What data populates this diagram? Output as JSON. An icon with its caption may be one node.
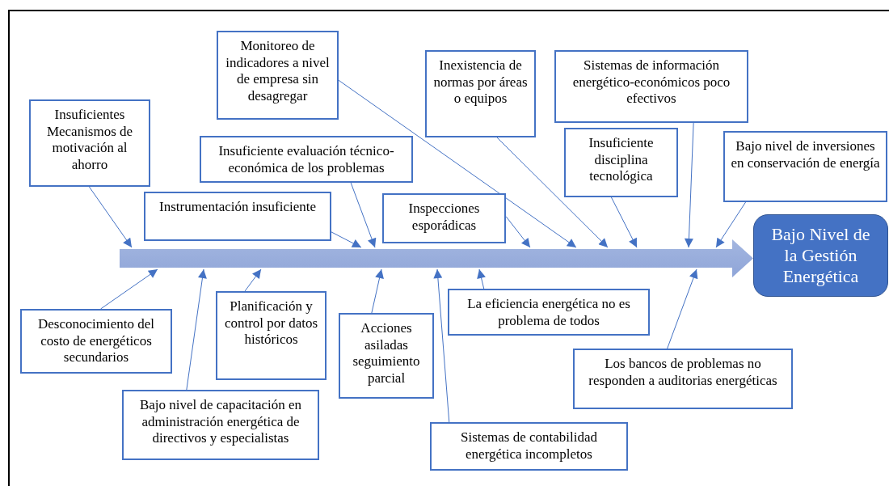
{
  "diagram": {
    "nodes": [
      {
        "text": [
          "Monitoreo de indicadores a nivel de empresa sin desagregar"
        ]
      },
      {
        "text": [
          "Inexistencia de normas por áreas o equipos"
        ]
      },
      {
        "text": [
          "Sistemas de información energético-económicos poco efectivos"
        ]
      },
      {
        "text": [
          "Insuficientes Mecanismos de motivación al ahorro"
        ]
      },
      {
        "text": [
          "Insuficiente disciplina tecnológica"
        ]
      },
      {
        "text": [
          "Bajo nivel de inversiones en conservación de energía"
        ]
      },
      {
        "text": [
          "Insuficiente evaluación técnico-económica de los problemas"
        ]
      },
      {
        "text": [
          "Instrumentación insuficiente"
        ]
      },
      {
        "text": [
          "Inspecciones esporádicas"
        ]
      },
      {
        "text": [],
        "shape": "arrow"
      },
      {
        "text": [
          "Bajo Nivel de la Gestión Energética"
        ]
      },
      {
        "text": [
          "La eficiencia energética no es problema de todos"
        ]
      },
      {
        "text": [
          "Planificación y control por datos históricos"
        ]
      },
      {
        "text": [
          "Desconocimiento del costo de energéticos secundarios"
        ]
      },
      {
        "text": [
          "Acciones asiladas seguimiento parcial"
        ]
      },
      {
        "text": [
          "Los bancos de problemas no responden a auditorias energéticas"
        ]
      },
      {
        "text": [
          "Bajo nivel de capacitación en administración energética de directivos y especialistas"
        ]
      },
      {
        "text": [
          "Sistemas de contabilidad energética incompletos"
        ]
      }
    ],
    "edges": [
      {
        "from": 3,
        "to": 9,
        "arrow": "to"
      },
      {
        "from": 7,
        "to": 9,
        "arrow": "to"
      },
      {
        "from": 6,
        "to": 9,
        "arrow": "to"
      },
      {
        "from": 0,
        "to": 9,
        "arrow": "to"
      },
      {
        "from": 8,
        "to": 9,
        "arrow": "to"
      },
      {
        "from": 1,
        "to": 9,
        "arrow": "to"
      },
      {
        "from": 4,
        "to": 9,
        "arrow": "to"
      },
      {
        "from": 2,
        "to": 9,
        "arrow": "to"
      },
      {
        "from": 5,
        "to": 9,
        "arrow": "to"
      },
      {
        "from": 13,
        "to": 9,
        "arrow": "to"
      },
      {
        "from": 16,
        "to": 9,
        "arrow": "to"
      },
      {
        "from": 12,
        "to": 9,
        "arrow": "to"
      },
      {
        "from": 14,
        "to": 9,
        "arrow": "to"
      },
      {
        "from": 17,
        "to": 9,
        "arrow": "to"
      },
      {
        "from": 11,
        "to": 9,
        "arrow": "to"
      },
      {
        "from": 15,
        "to": 9,
        "arrow": "to"
      }
    ]
  }
}
